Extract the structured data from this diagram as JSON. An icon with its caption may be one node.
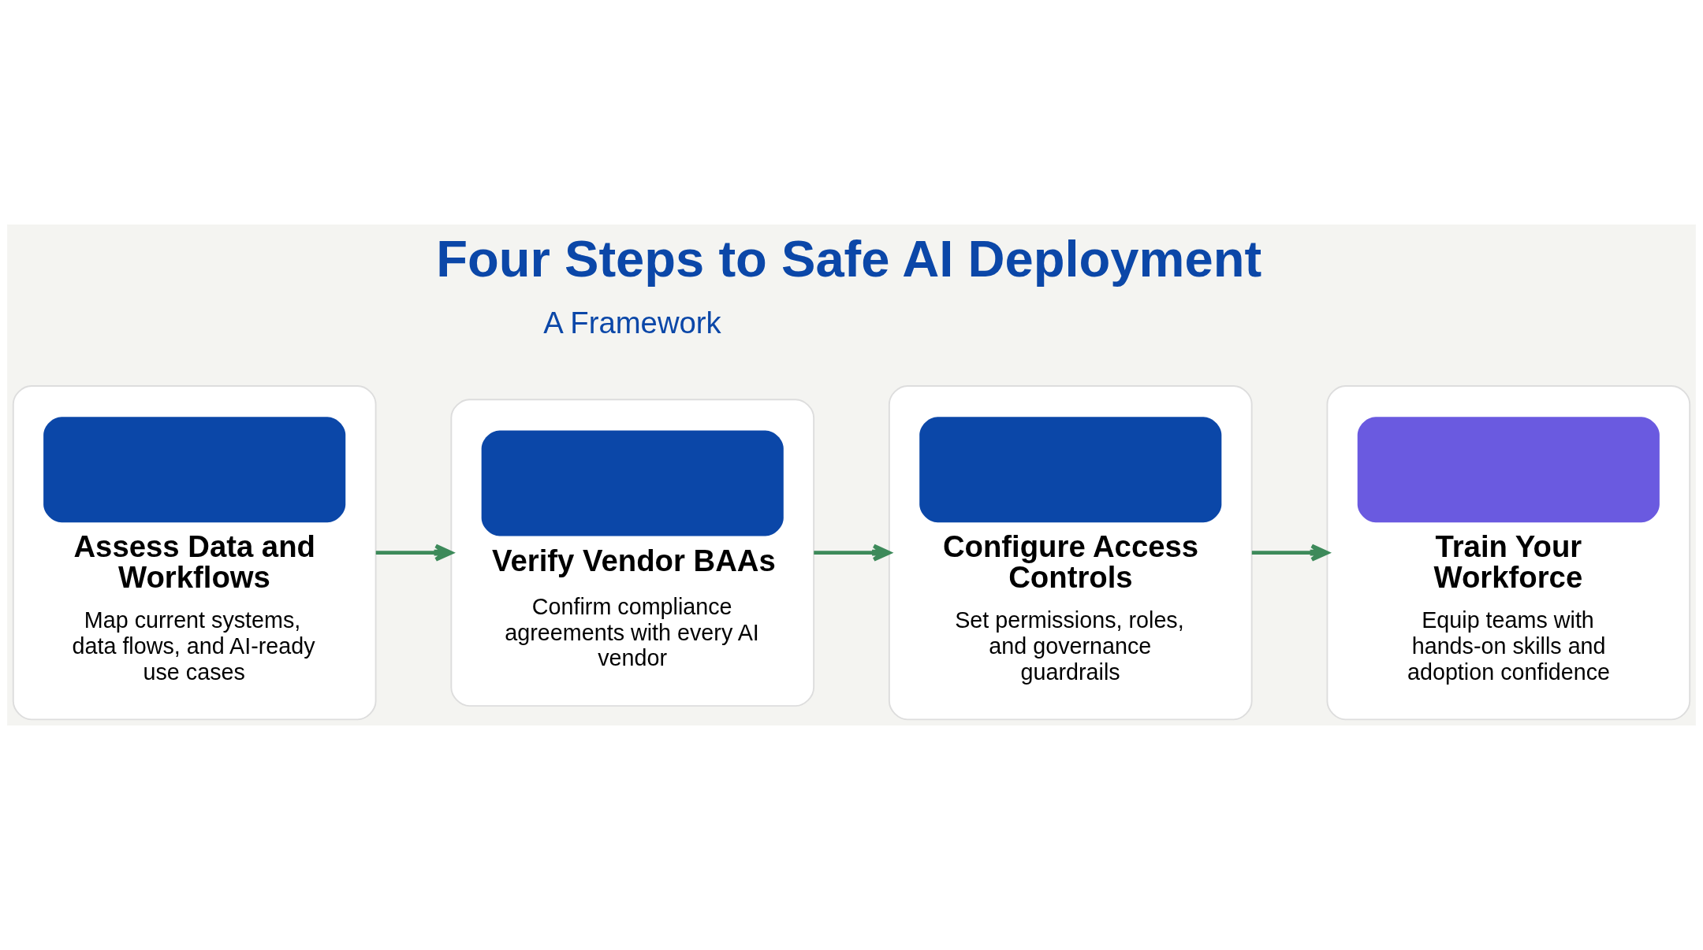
{
  "diagram": {
    "title": "Four Steps to Safe AI Deployment",
    "nodes": [
      {
        "text": [
          "Assess Data and Workflows",
          "Map current systems, data flows, and AI-ready use cases"
        ]
      },
      {
        "text": [
          "Verify Vendor BAAs",
          "Confirm compliance agreements with every AI vendor"
        ]
      },
      {
        "text": [
          "Configure Access Controls",
          "Set permissions, roles, and governance guardrails"
        ]
      },
      {
        "text": [
          "Train Your Workforce",
          "Equip teams with hands-on skills and adoption confidence"
        ]
      }
    ],
    "edges": [
      {
        "from": 0,
        "to": 1,
        "arrow": "to"
      },
      {
        "from": 1,
        "to": 2,
        "arrow": "to"
      },
      {
        "from": 2,
        "to": 3,
        "arrow": "to"
      }
    ],
    "labels": [
      "A Framework"
    ]
  }
}
